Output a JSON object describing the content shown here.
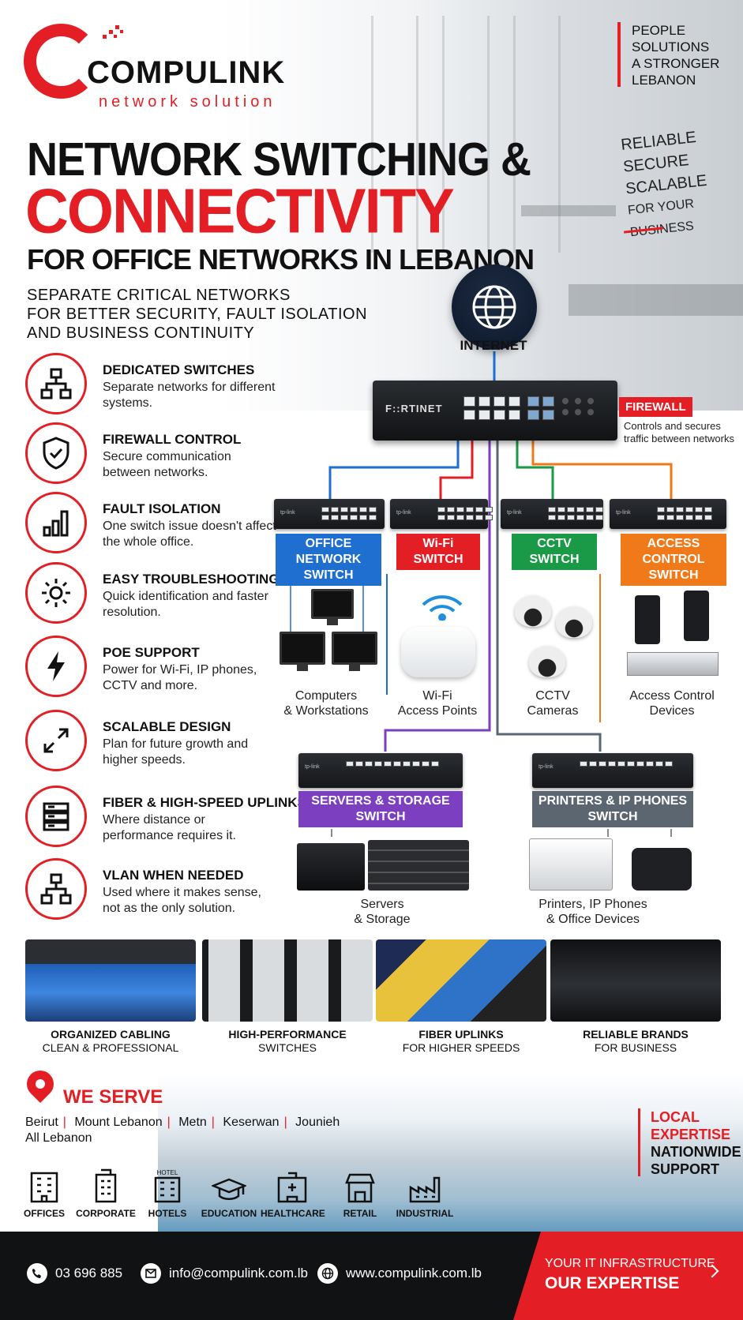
{
  "brand": {
    "name": "COMPULINK",
    "sub": "network solution"
  },
  "slogan": [
    "PEOPLE",
    "SOLUTIONS",
    "A STRONGER",
    "LEBANON"
  ],
  "tagline": [
    "RELIABLE",
    "SECURE",
    "SCALABLE",
    "FOR YOUR BUSINESS"
  ],
  "headline": {
    "line1": "NETWORK SWITCHING &",
    "line2": "CONNECTIVITY",
    "line3": "FOR OFFICE NETWORKS IN LEBANON",
    "sub": [
      "SEPARATE CRITICAL NETWORKS",
      "FOR BETTER SECURITY, FAULT ISOLATION",
      "AND BUSINESS CONTINUITY"
    ]
  },
  "features": [
    {
      "title": "DEDICATED SWITCHES",
      "desc": "Separate networks for different systems.",
      "icon": "network-tree-icon"
    },
    {
      "title": "FIREWALL CONTROL",
      "desc": "Secure communication between networks.",
      "icon": "shield-check-icon"
    },
    {
      "title": "FAULT ISOLATION",
      "desc": "One switch issue doesn't affect the whole office.",
      "icon": "bar-chart-icon"
    },
    {
      "title": "EASY TROUBLESHOOTING",
      "desc": "Quick identification and faster resolution.",
      "icon": "gear-icon"
    },
    {
      "title": "POE SUPPORT",
      "desc": "Power for Wi-Fi, IP phones, CCTV and more.",
      "icon": "lightning-icon"
    },
    {
      "title": "SCALABLE DESIGN",
      "desc": "Plan for future growth and higher speeds.",
      "icon": "expand-arrows-icon"
    },
    {
      "title": "FIBER & HIGH-SPEED UPLINKS",
      "desc": "Where distance or performance requires it.",
      "icon": "server-rack-icon"
    },
    {
      "title": "VLAN WHEN NEEDED",
      "desc": "Used where it makes sense, not as the only solution.",
      "icon": "network-tree-icon"
    }
  ],
  "diagram": {
    "internet": "INTERNET",
    "firewall_brand": "F::RTINET",
    "firewall_tag": "FIREWALL",
    "firewall_desc": [
      "Controls and secures",
      "traffic between networks"
    ],
    "switches": [
      {
        "label": [
          "OFFICE NETWORK",
          "SWITCH"
        ],
        "color": "#1e6fd0",
        "device": [
          "Computers",
          "& Workstations"
        ]
      },
      {
        "label": [
          "Wi-Fi",
          "SWITCH"
        ],
        "color": "#e31e24",
        "device": [
          "Wi-Fi",
          "Access Points"
        ]
      },
      {
        "label": [
          "CCTV",
          "SWITCH"
        ],
        "color": "#1a9a47",
        "device": [
          "CCTV",
          "Cameras"
        ]
      },
      {
        "label": [
          "ACCESS CONTROL",
          "SWITCH"
        ],
        "color": "#f07a1a",
        "device": [
          "Access Control",
          "Devices"
        ]
      },
      {
        "label": [
          "SERVERS & STORAGE",
          "SWITCH"
        ],
        "color": "#7b3fbf",
        "device": [
          "Servers",
          "& Storage"
        ]
      },
      {
        "label": [
          "PRINTERS & IP PHONES",
          "SWITCH"
        ],
        "color": "#5b6670",
        "device": [
          "Printers, IP Phones",
          "& Office Devices"
        ]
      }
    ]
  },
  "photos": [
    {
      "title": "ORGANIZED CABLING",
      "sub": "CLEAN & PROFESSIONAL"
    },
    {
      "title": "HIGH-PERFORMANCE",
      "sub": "SWITCHES"
    },
    {
      "title": "FIBER UPLINKS",
      "sub": "FOR HIGHER SPEEDS"
    },
    {
      "title": "RELIABLE BRANDS",
      "sub": "FOR BUSINESS"
    }
  ],
  "serve": {
    "title": "WE SERVE",
    "places": [
      "Beirut",
      "Mount Lebanon",
      "Metn",
      "Keserwan",
      "Jounieh"
    ],
    "places_line2": "All Lebanon",
    "local": [
      "LOCAL",
      "EXPERTISE",
      "NATIONWIDE",
      "SUPPORT"
    ]
  },
  "industries": [
    "OFFICES",
    "CORPORATE",
    "HOTELS",
    "EDUCATION",
    "HEALTHCARE",
    "RETAIL",
    "INDUSTRIAL"
  ],
  "hotel_sign": "HOTEL",
  "footer": {
    "phone": "03 696 885",
    "email": "info@compulink.com.lb",
    "web": "www.compulink.com.lb",
    "cta1": "YOUR IT INFRASTRUCTURE",
    "cta2": "OUR EXPERTISE"
  },
  "colors": {
    "accent": "#e31e24",
    "dark": "#111214"
  }
}
